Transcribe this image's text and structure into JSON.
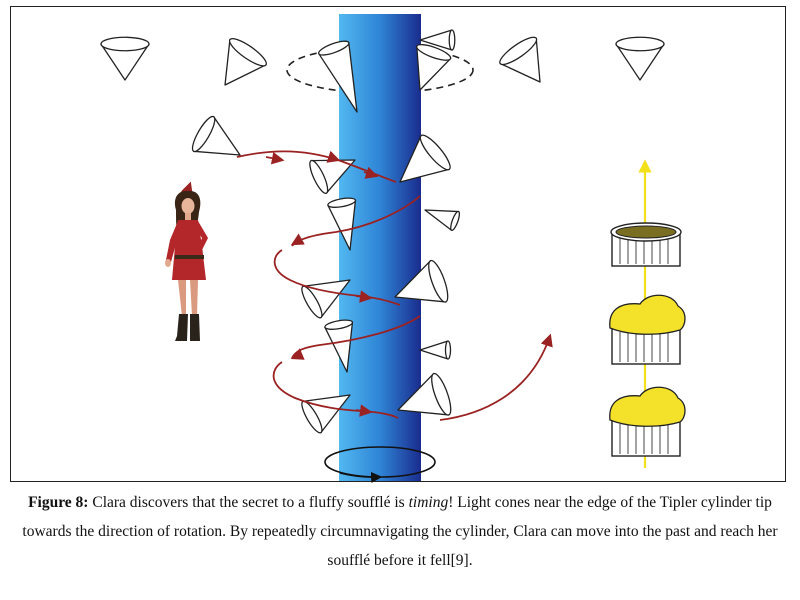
{
  "caption": {
    "label": "Figure 8:",
    "text_before": " Clara discovers that the secret to a fluffy soufflé is ",
    "emphasis": "timing",
    "text_after": "! Light cones near the edge of the Tipler cylinder tip towards the direction of rotation. By repeatedly circumnavigating the cylinder, Clara can move into the past and reach her soufflé before it fell[9]."
  },
  "figure": {
    "elements": [
      "light cones",
      "Tipler cylinder",
      "Clara",
      "worldline",
      "soufflé ramekins",
      "time arrow"
    ],
    "colors": {
      "cylinder_light": "#4fb3ee",
      "cylinder_dark": "#1a2c8e",
      "worldline": "#9b2222",
      "time_arrow": "#f2e01a",
      "souffle_yellow": "#f4e22a",
      "souffle_fallen": "#7a6e22",
      "dress": "#b3262a"
    }
  }
}
